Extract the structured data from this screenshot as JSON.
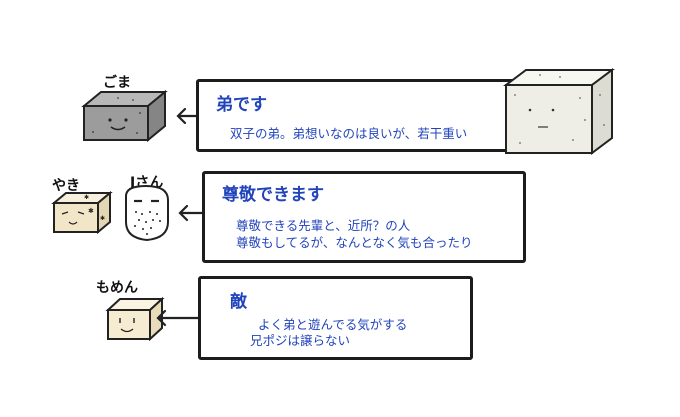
{
  "rows": [
    {
      "names": [
        "ごま"
      ],
      "title": "弟です",
      "lines": [
        "双子の弟。弟想いなのは良いが、若干重い"
      ]
    },
    {
      "names": [
        "やき",
        "Jさん"
      ],
      "title": "尊敬できます",
      "lines": [
        "尊敬できる先輩と、近所？の人",
        "尊敬もしてるが、なんとなく気も合ったり"
      ]
    },
    {
      "names": [
        "もめん"
      ],
      "title": "敵",
      "lines": [
        "よく弟と遊んでる気がする",
        "兄ポジは譲らない"
      ]
    }
  ],
  "colors": {
    "text_blue": "#2244bb",
    "goma_tofu": "#9c9c9c",
    "yaki_tofu": "#f1e6c8",
    "momen_tofu": "#f6ecd2",
    "big_tofu": "#efeee6"
  }
}
